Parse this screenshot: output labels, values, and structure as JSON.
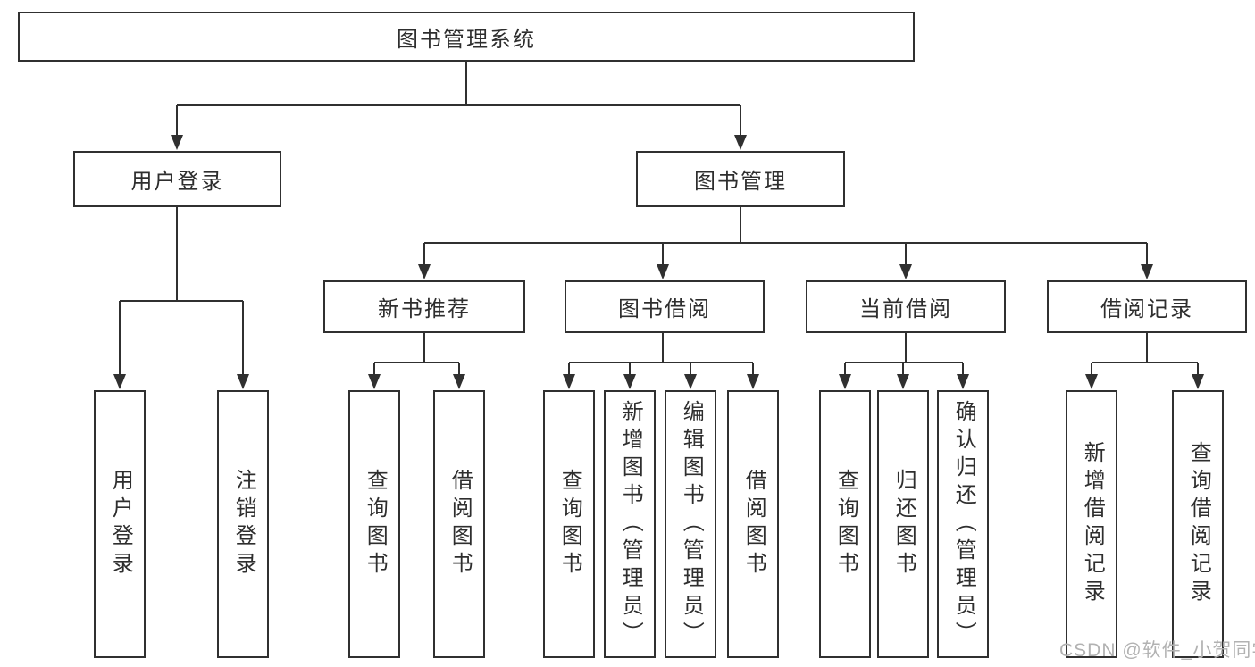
{
  "colors": {
    "line": "#303030",
    "text": "#2e2e2e",
    "background": "#ffffff",
    "watermark": "#b2b2b2"
  },
  "watermark": {
    "text": "CSDN @软件_小贺同学"
  },
  "tree": {
    "root": {
      "label": "图书管理系统",
      "children": [
        {
          "label": "用户登录",
          "children": [
            {
              "label": "用户登录"
            },
            {
              "label": "注销登录"
            }
          ]
        },
        {
          "label": "图书管理",
          "children": [
            {
              "label": "新书推荐",
              "children": [
                {
                  "label": "查询图书"
                },
                {
                  "label": "借阅图书"
                }
              ]
            },
            {
              "label": "图书借阅",
              "children": [
                {
                  "label": "查询图书"
                },
                {
                  "label": "新增图书（管理员）"
                },
                {
                  "label": "编辑图书（管理员）"
                },
                {
                  "label": "借阅图书"
                }
              ]
            },
            {
              "label": "当前借阅",
              "children": [
                {
                  "label": "查询图书"
                },
                {
                  "label": "归还图书"
                },
                {
                  "label": "确认归还（管理员）"
                }
              ]
            },
            {
              "label": "借阅记录",
              "children": [
                {
                  "label": "新增借阅记录"
                },
                {
                  "label": "查询借阅记录"
                }
              ]
            }
          ]
        }
      ]
    }
  }
}
